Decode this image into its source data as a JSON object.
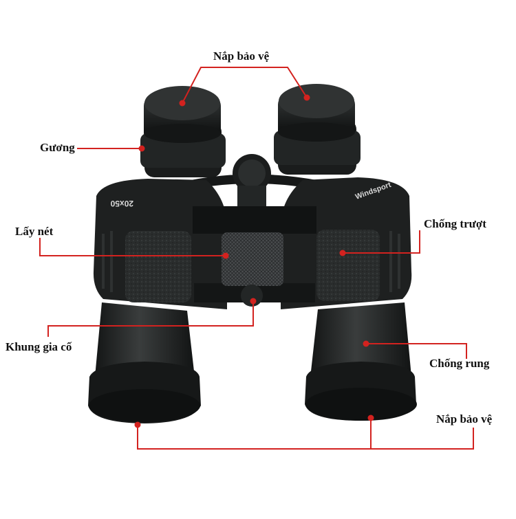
{
  "labels": {
    "cap_top": "Nắp bảo vệ",
    "mirror": "Gương",
    "focus": "Lấy nét",
    "anti_slip": "Chống trượt",
    "frame": "Khung gia cố",
    "anti_shake": "Chống rung",
    "cap_bottom": "Nắp bảo vệ"
  },
  "product_text": {
    "model": "20x50",
    "brand": "Windsport"
  },
  "colors": {
    "leader_line": "#d3221f",
    "body": "#1d1f1f",
    "background": "#ffffff"
  }
}
